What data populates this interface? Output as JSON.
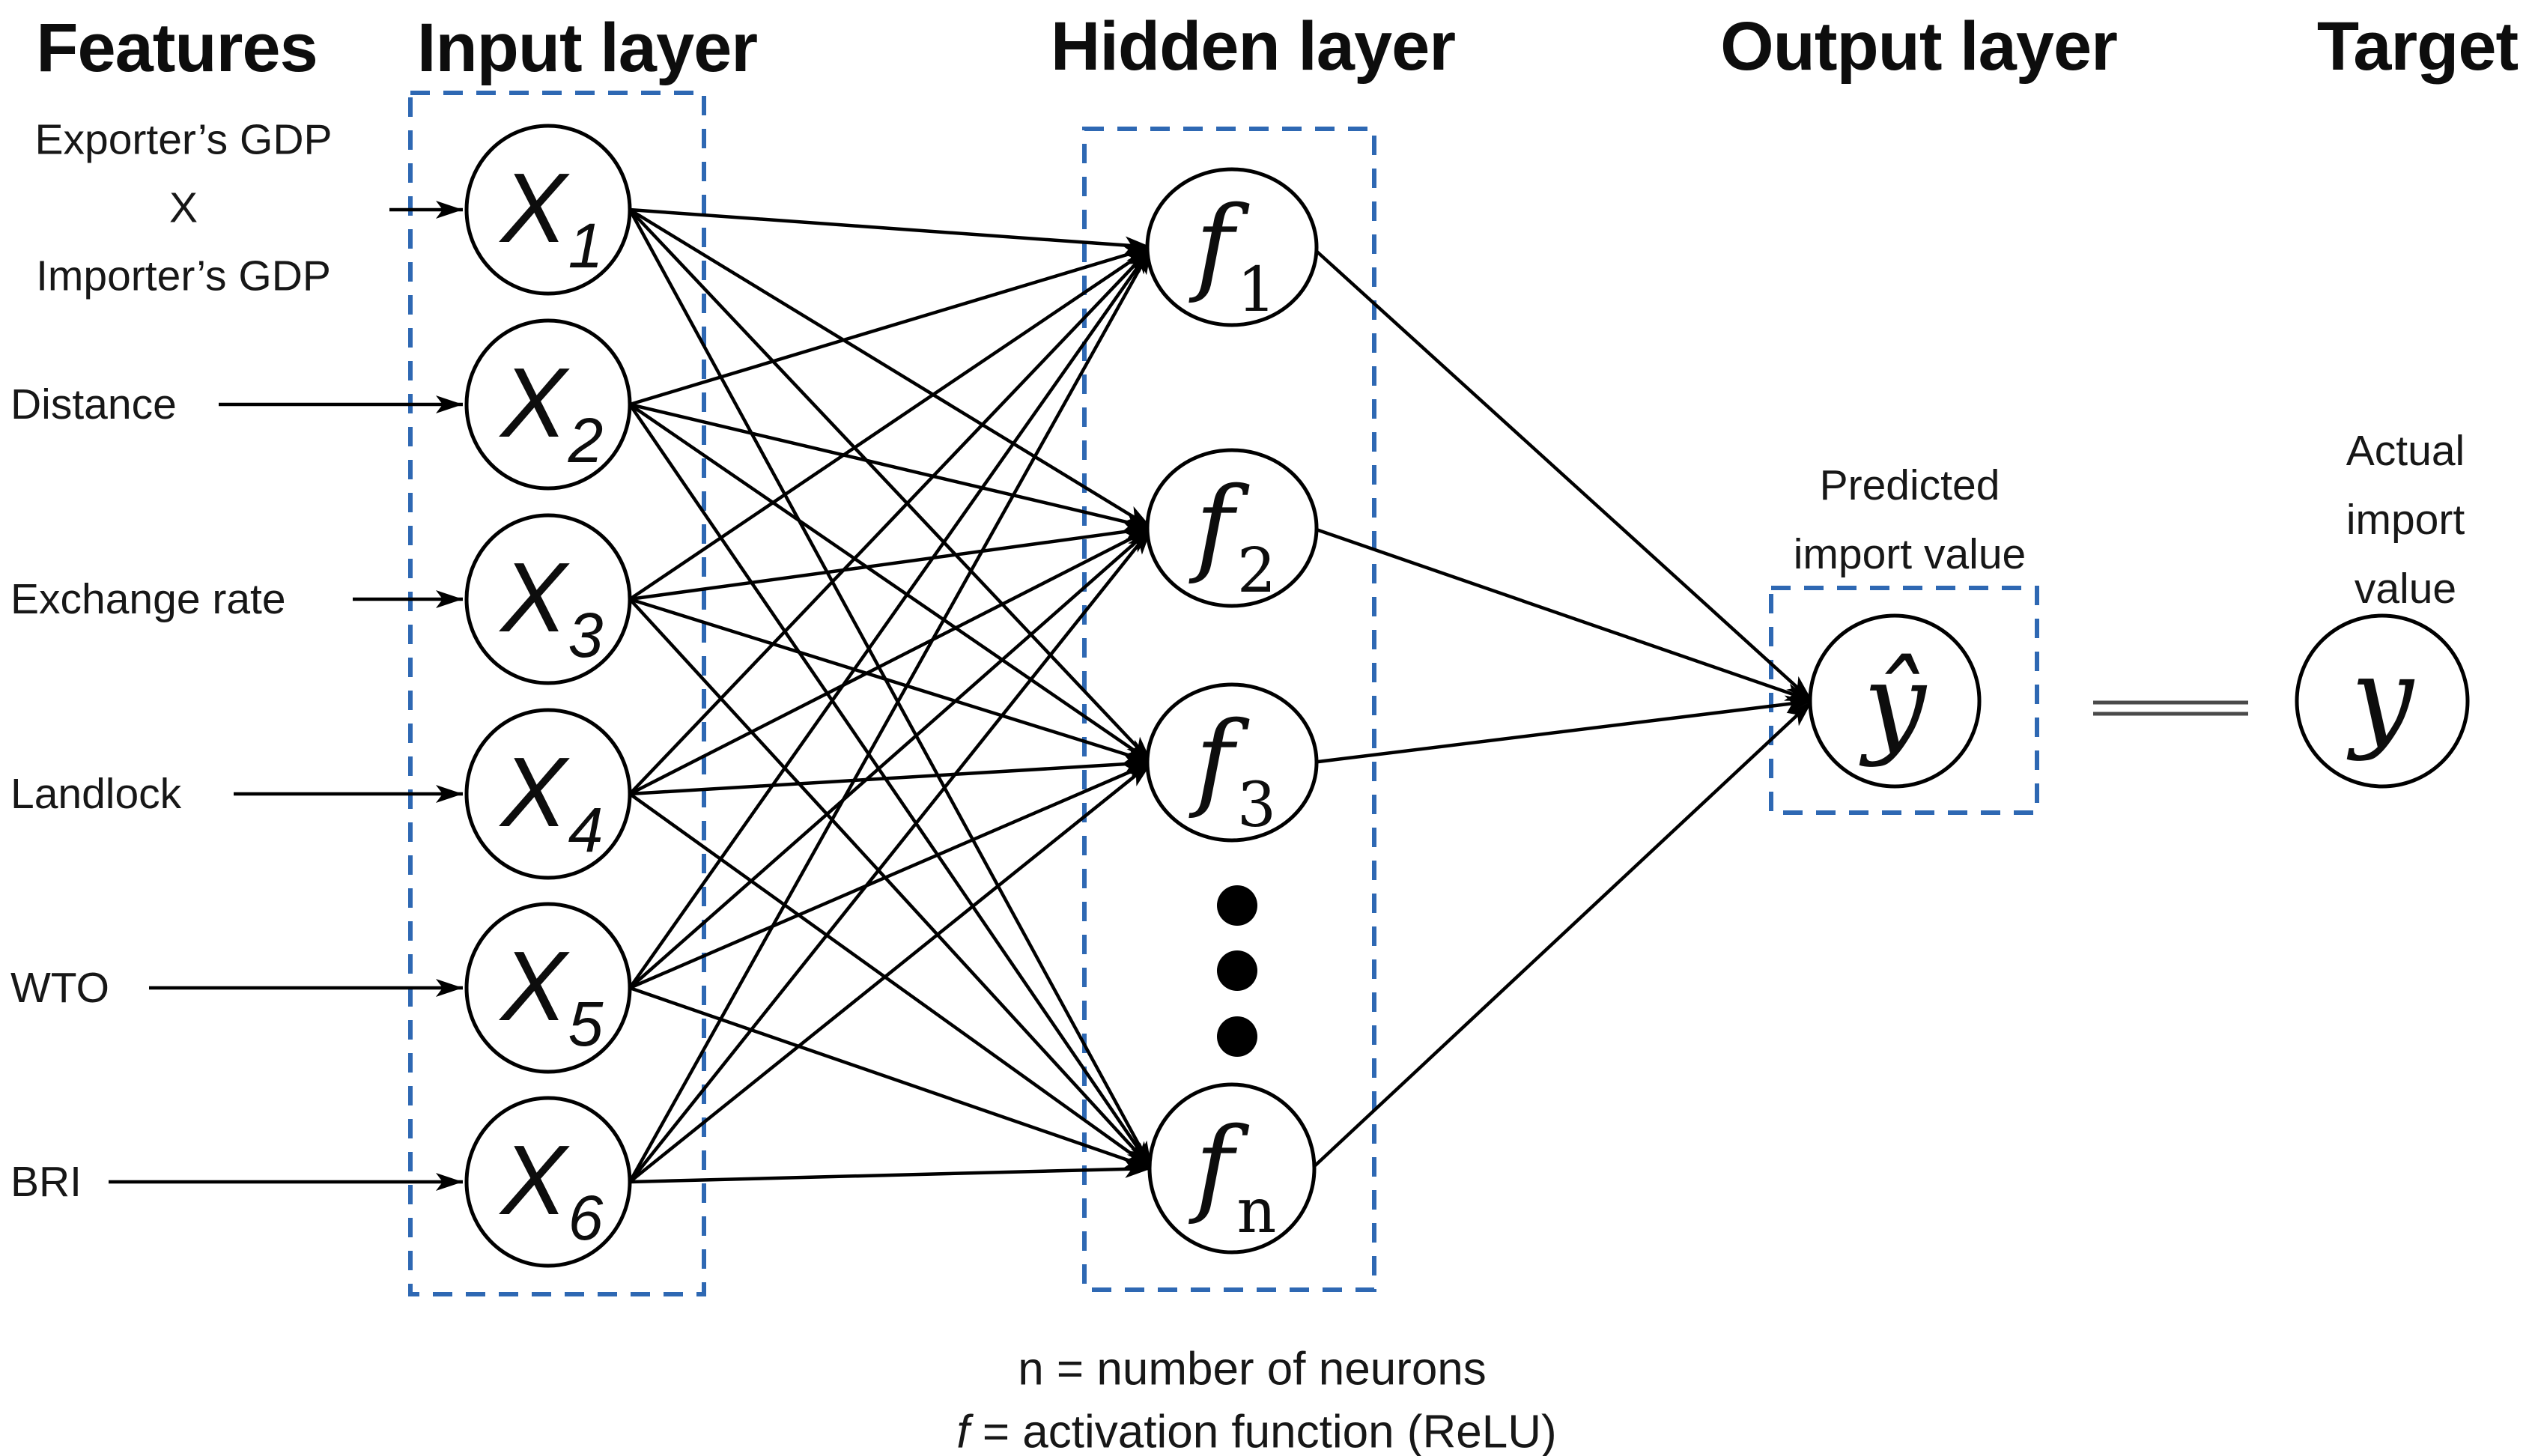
{
  "headers": {
    "features": "Features",
    "input": "Input layer",
    "hidden": "Hidden layer",
    "output": "Output layer",
    "target": "Target"
  },
  "features": [
    {
      "label": "Exporter’s GDP\nX\nImporter’s GDP"
    },
    {
      "label": "Distance"
    },
    {
      "label": "Exchange rate"
    },
    {
      "label": "Landlock"
    },
    {
      "label": "WTO"
    },
    {
      "label": "BRI"
    }
  ],
  "input_nodes": [
    {
      "base": "X",
      "sub": "1"
    },
    {
      "base": "X",
      "sub": "2"
    },
    {
      "base": "X",
      "sub": "3"
    },
    {
      "base": "X",
      "sub": "4"
    },
    {
      "base": "X",
      "sub": "5"
    },
    {
      "base": "X",
      "sub": "6"
    }
  ],
  "hidden_nodes": [
    {
      "base": "f",
      "sub": "1"
    },
    {
      "base": "f",
      "sub": "2"
    },
    {
      "base": "f",
      "sub": "3"
    },
    {
      "base": "f",
      "sub": "n"
    }
  ],
  "output_node": {
    "label": "ŷ",
    "caption": "Predicted\nimport value"
  },
  "target_node": {
    "label": "y",
    "caption": "Actual\nimport value"
  },
  "notes": {
    "line1": "n = number of neurons",
    "line2_prefix": "f",
    "line2_rest": " = activation function (ReLU)"
  },
  "colors": {
    "box_dash": "#2E68B3",
    "edge": "#000000",
    "equals": "#4a4a4a"
  }
}
